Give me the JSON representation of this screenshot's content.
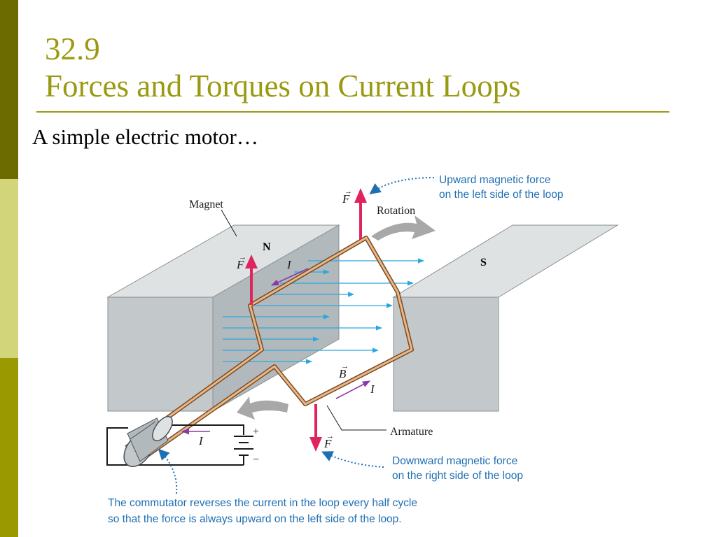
{
  "slide": {
    "section_number": "32.9",
    "title": "Forces and Torques on Current Loops",
    "subtitle": "A simple electric motor…"
  },
  "colors": {
    "sidebar_top": "#6b6b00",
    "sidebar_middle": "#d3d57a",
    "sidebar_bottom": "#9a9a00",
    "title": "#9a9a12",
    "rule": "#9a9a12",
    "force_arrow": "#e0245e",
    "field_line": "#29a8e0",
    "current_arrow": "#8a3aa8",
    "annotation_text": "#1f6fb3",
    "loop_wire": "#d9a06a",
    "magnet_face": "#c3c8ca",
    "magnet_top": "#dfe2e3"
  },
  "diagram": {
    "magnet_label": "Magnet",
    "north_pole": "N",
    "south_pole": "S",
    "rotation_label": "Rotation",
    "armature_label": "Armature",
    "force_symbol": "F",
    "field_symbol": "B",
    "current_symbol": "I",
    "battery_plus": "+",
    "battery_minus": "−",
    "upward_force_line1": "Upward magnetic force",
    "upward_force_line2": "on the left side of the loop",
    "downward_force_line1": "Downward magnetic force",
    "downward_force_line2": "on the right side of the loop",
    "commutator_line1": "The commutator reverses the current in the loop every half cycle",
    "commutator_line2": "so that the force is always upward on the left side of the loop."
  }
}
